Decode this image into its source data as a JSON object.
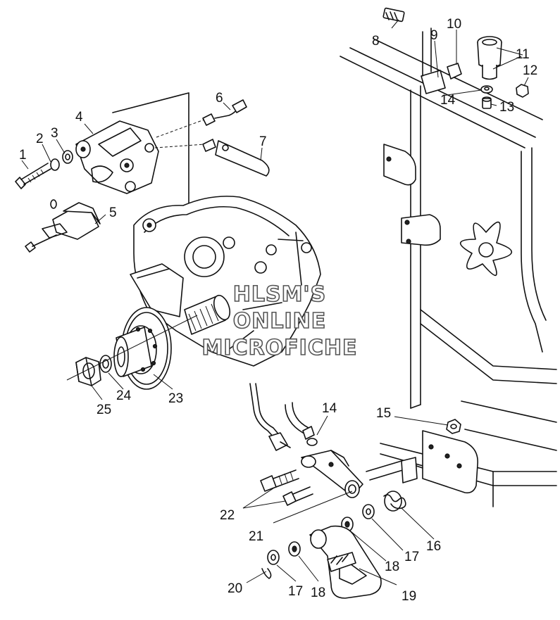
{
  "watermark": {
    "line1": "HLSM'S",
    "line2": "ONLINE",
    "line3": "MICROFICHE"
  },
  "callouts": {
    "c1": "1",
    "c2": "2",
    "c3": "3",
    "c4": "4",
    "c5": "5",
    "c6": "6",
    "c7": "7",
    "c8": "8",
    "c9": "9",
    "c10": "10",
    "c11": "11",
    "c12": "12",
    "c13": "13",
    "c14a": "14",
    "c14b": "14",
    "c15": "15",
    "c16": "16",
    "c17a": "17",
    "c17b": "17",
    "c18a": "18",
    "c18b": "18",
    "c19": "19",
    "c20": "20",
    "c21": "21",
    "c22": "22",
    "c23": "23",
    "c24": "24",
    "c25": "25"
  }
}
